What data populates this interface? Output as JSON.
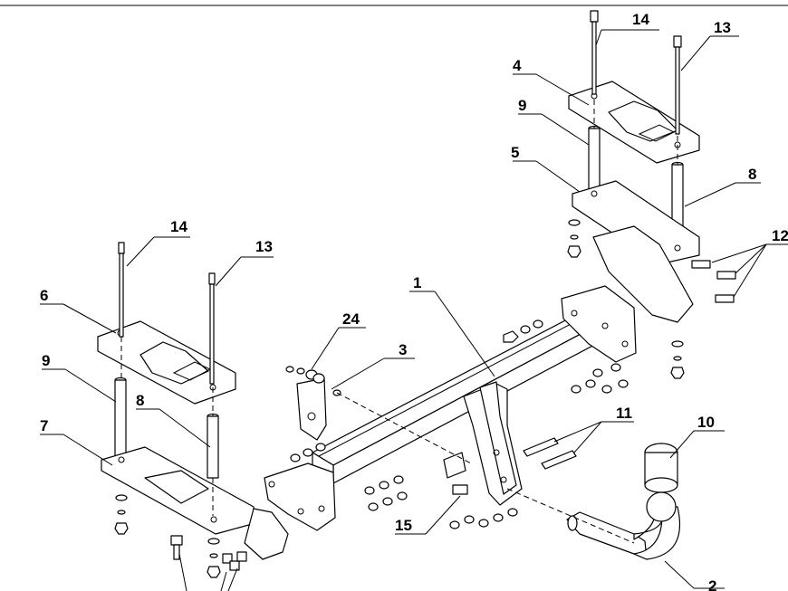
{
  "labels": {
    "l1": "1",
    "l3": "3",
    "l4": "4",
    "l5": "5",
    "l6": "6",
    "l7": "7",
    "l8a": "8",
    "l8b": "8",
    "l9a": "9",
    "l9b": "9",
    "l10": "10",
    "l11": "11",
    "l12": "12",
    "l13a": "13",
    "l13b": "13",
    "l14a": "14",
    "l14b": "14",
    "l15": "15",
    "l24": "24",
    "l2": "2"
  }
}
